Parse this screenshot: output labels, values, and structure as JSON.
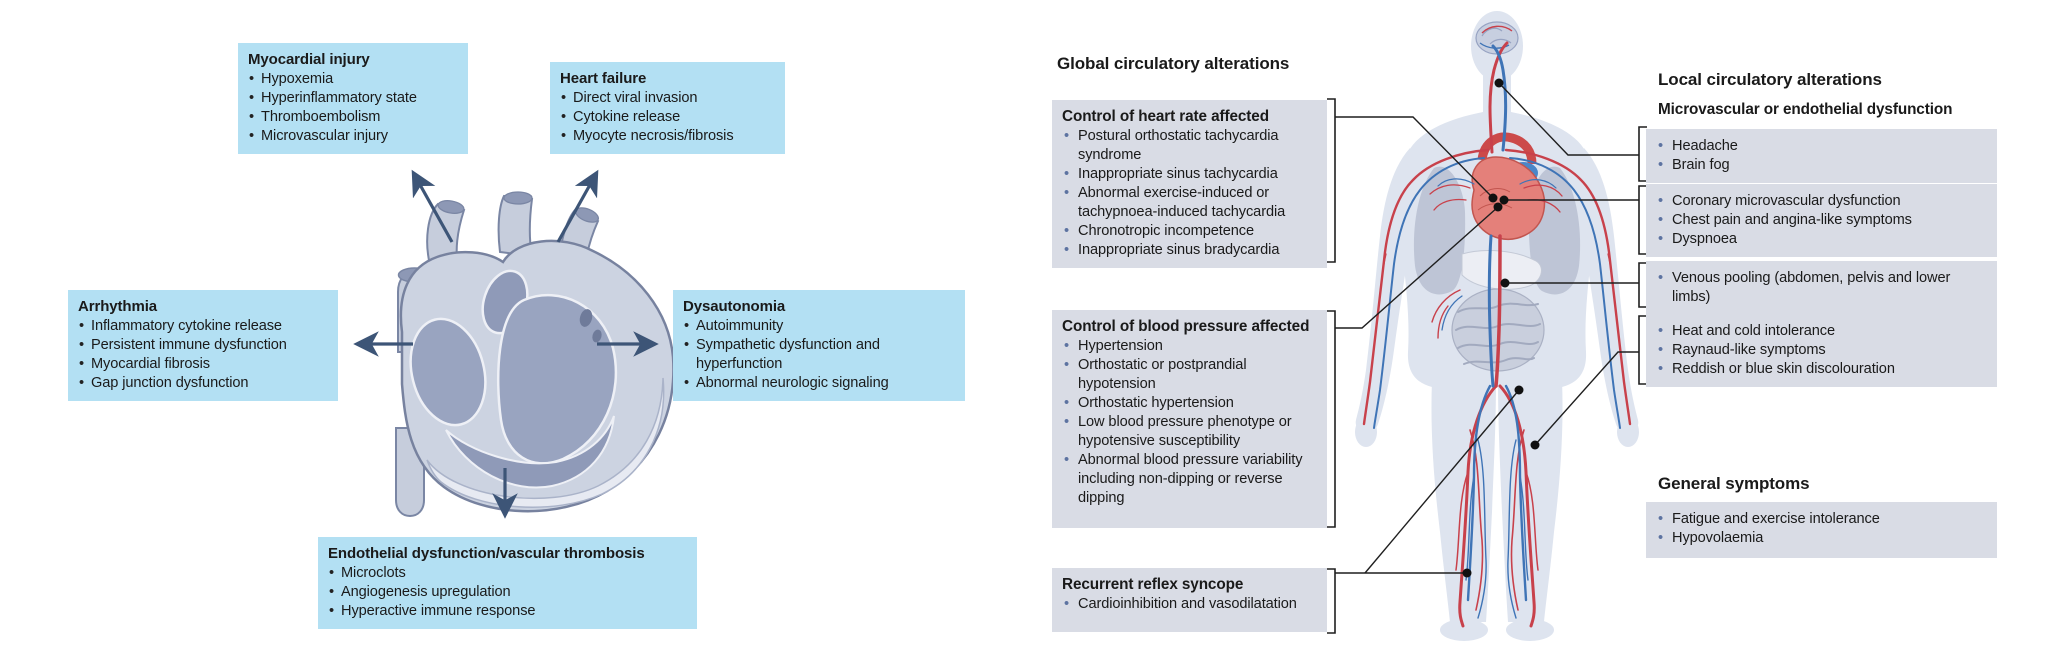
{
  "colors": {
    "left_box_bg": "#b3e0f3",
    "right_box_bg": "#d9dce5",
    "right_bullet": "#5d73a1",
    "arrow": "#3d5577",
    "connector": "#1f1f1f",
    "artery_red": "#c8414b",
    "vein_blue": "#3f74b6",
    "body_fill": "#dee4ef",
    "heart_red": "#e4807a",
    "text": "#1a1a1a"
  },
  "left_panel": {
    "illustration": "anatomical-heart",
    "boxes": [
      {
        "id": "myocardial-injury",
        "title": "Myocardial injury",
        "items": [
          "Hypoxemia",
          "Hyperinflammatory state",
          "Thromboembolism",
          "Microvascular injury"
        ]
      },
      {
        "id": "heart-failure",
        "title": "Heart failure",
        "items": [
          "Direct viral invasion",
          "Cytokine release",
          "Myocyte necrosis/fibrosis"
        ]
      },
      {
        "id": "arrhythmia",
        "title": "Arrhythmia",
        "items": [
          "Inflammatory cytokine release",
          "Persistent immune dysfunction",
          "Myocardial fibrosis",
          "Gap junction dysfunction"
        ]
      },
      {
        "id": "dysautonomia",
        "title": "Dysautonomia",
        "items": [
          "Autoimmunity",
          "Sympathetic dysfunction and hyperfunction",
          "Abnormal neurologic signaling"
        ]
      },
      {
        "id": "endothelial-dysfunction",
        "title": "Endothelial dysfunction/vascular thrombosis",
        "items": [
          "Microclots",
          "Angiogenesis upregulation",
          "Hyperactive immune response"
        ]
      }
    ]
  },
  "right_panel": {
    "illustration": "human-body-circulatory-system",
    "global": {
      "heading": "Global circulatory alterations",
      "boxes": [
        {
          "id": "heart-rate",
          "title": "Control of heart rate affected",
          "items": [
            "Postural orthostatic tachycardia syndrome",
            "Inappropriate sinus tachycardia",
            "Abnormal exercise-induced or tachypnoea-induced tachycardia",
            "Chronotropic incompetence",
            "Inappropriate sinus bradycardia"
          ]
        },
        {
          "id": "blood-pressure",
          "title": "Control of blood pressure affected",
          "items": [
            "Hypertension",
            "Orthostatic or postprandial hypotension",
            "Orthostatic hypertension",
            "Low blood pressure phenotype or hypotensive susceptibility",
            "Abnormal blood pressure variability including non-dipping or reverse dipping"
          ]
        },
        {
          "id": "reflex-syncope",
          "title": "Recurrent reflex syncope",
          "items": [
            "Cardioinhibition and vasodilatation"
          ]
        }
      ]
    },
    "local": {
      "heading": "Local circulatory alterations",
      "subheading": "Microvascular or endothelial dysfunction",
      "boxes": [
        {
          "id": "head-symptoms",
          "items": [
            "Headache",
            "Brain fog"
          ]
        },
        {
          "id": "cardiac-symptoms",
          "items": [
            "Coronary microvascular dysfunction",
            "Chest pain and angina-like symptoms",
            "Dyspnoea"
          ]
        },
        {
          "id": "venous-pooling",
          "items": [
            "Venous pooling (abdomen, pelvis and lower limbs)"
          ]
        },
        {
          "id": "limb-symptoms",
          "items": [
            "Heat and cold intolerance",
            "Raynaud-like symptoms",
            "Reddish or blue skin discolouration"
          ]
        }
      ]
    },
    "general": {
      "heading": "General symptoms",
      "boxes": [
        {
          "id": "general-symptoms",
          "items": [
            "Fatigue and exercise intolerance",
            "Hypovolaemia"
          ]
        }
      ]
    }
  }
}
